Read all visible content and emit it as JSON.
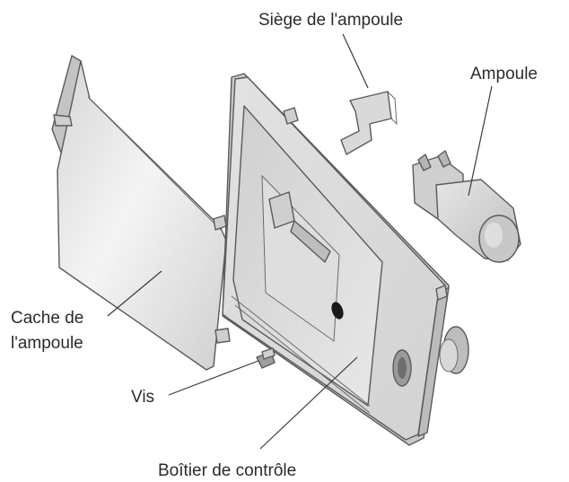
{
  "labels": {
    "bulb_seat": "Siège de l'ampoule",
    "bulb": "Ampoule",
    "bulb_cover_line1": "Cache de",
    "bulb_cover_line2": "l'ampoule",
    "screw": "Vis",
    "control_box": "Boîtier de contrôle"
  },
  "colors": {
    "outline": "#5a5a5a",
    "face_light": "#ededed",
    "face_mid": "#dcdcdc",
    "face_dark": "#bdbdbd",
    "text": "#2b2b2b"
  }
}
